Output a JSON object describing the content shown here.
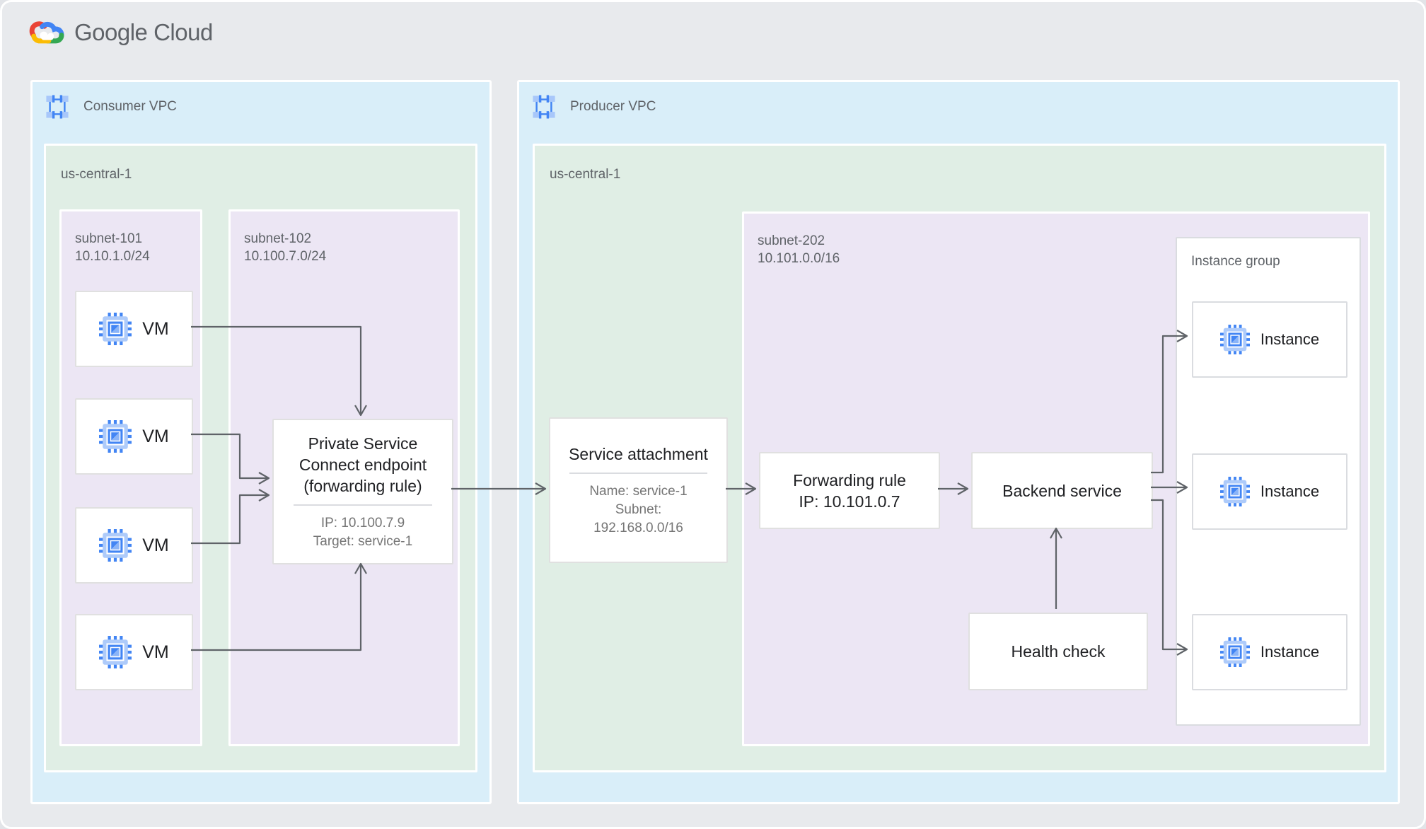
{
  "header": {
    "logo_text": "Google Cloud"
  },
  "icons": {
    "logo": "google-cloud-logo",
    "vpc": "vpc-network-icon",
    "vm": "compute-engine-icon",
    "instance": "compute-engine-icon"
  },
  "colors": {
    "page_bg": "#E8EAED",
    "vpc_bg": "#D9EEF9",
    "region_bg": "#E0EEE5",
    "subnet_bg": "#ECE6F4",
    "arrow": "#5F6368",
    "title_text": "#202124",
    "muted_text": "#5F6368",
    "secondary_text": "#757575",
    "box_border": "#E0E0E0",
    "google_blue": "#4285F4",
    "google_red": "#EA4335",
    "google_yellow": "#FBBC04",
    "google_green": "#34A853"
  },
  "consumer_vpc": {
    "label": "Consumer VPC",
    "region_label": "us-central-1",
    "subnet_101": {
      "name": "subnet-101",
      "cidr": "10.10.1.0/24",
      "vms": [
        "VM",
        "VM",
        "VM",
        "VM"
      ]
    },
    "subnet_102": {
      "name": "subnet-102",
      "cidr": "10.100.7.0/24",
      "psc_endpoint": {
        "title_lines": [
          "Private Service",
          "Connect endpoint",
          "(forwarding rule)"
        ],
        "detail_lines": [
          "IP: 10.100.7.9",
          "Target: service-1"
        ]
      }
    }
  },
  "producer_vpc": {
    "label": "Producer VPC",
    "region_label": "us-central-1",
    "service_attachment": {
      "title": "Service attachment",
      "lines": [
        "Name: service-1",
        "Subnet:",
        "192.168.0.0/16"
      ]
    },
    "subnet_202": {
      "name": "subnet-202",
      "cidr": "10.101.0.0/16",
      "forwarding_rule": {
        "lines": [
          "Forwarding rule",
          "IP: 10.101.0.7"
        ]
      },
      "backend_service": "Backend service",
      "health_check": "Health check",
      "instance_group": {
        "label": "Instance group",
        "instances": [
          "Instance",
          "Instance",
          "Instance"
        ]
      }
    }
  }
}
